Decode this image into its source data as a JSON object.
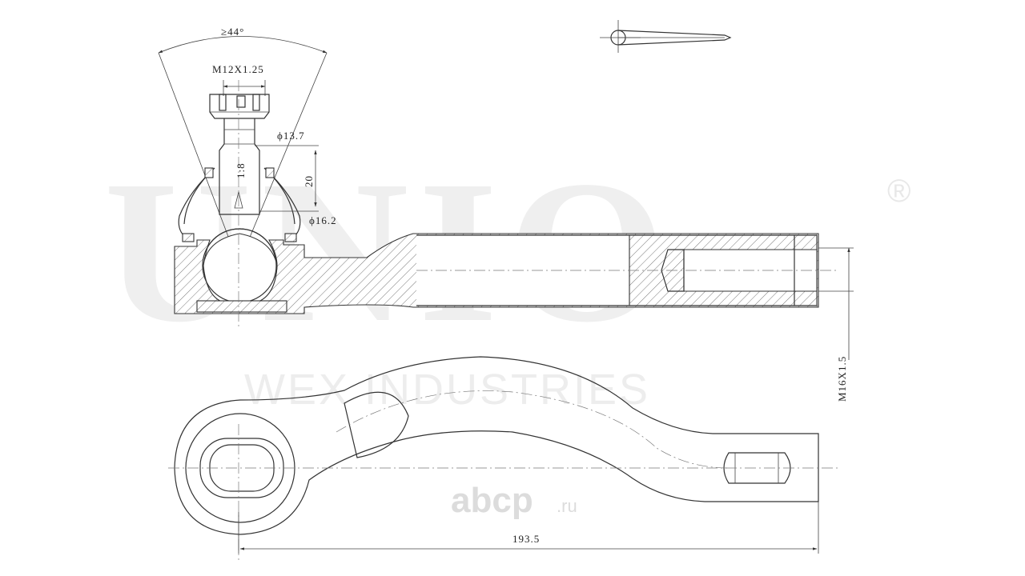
{
  "watermark": {
    "brand": "UNIO",
    "registered": "®",
    "subtitle": "WEX INDUSTRIES",
    "site": "abcp",
    "site_tld": ".ru"
  },
  "dimensions": {
    "angle": "≥44°",
    "thread_top": "M12X1.25",
    "diameter_upper": "ϕ13.7",
    "taper": "1:8",
    "height": "20",
    "diameter_lower": "ϕ16.2",
    "thread_end": "M16X1.5",
    "length": "193.5"
  }
}
